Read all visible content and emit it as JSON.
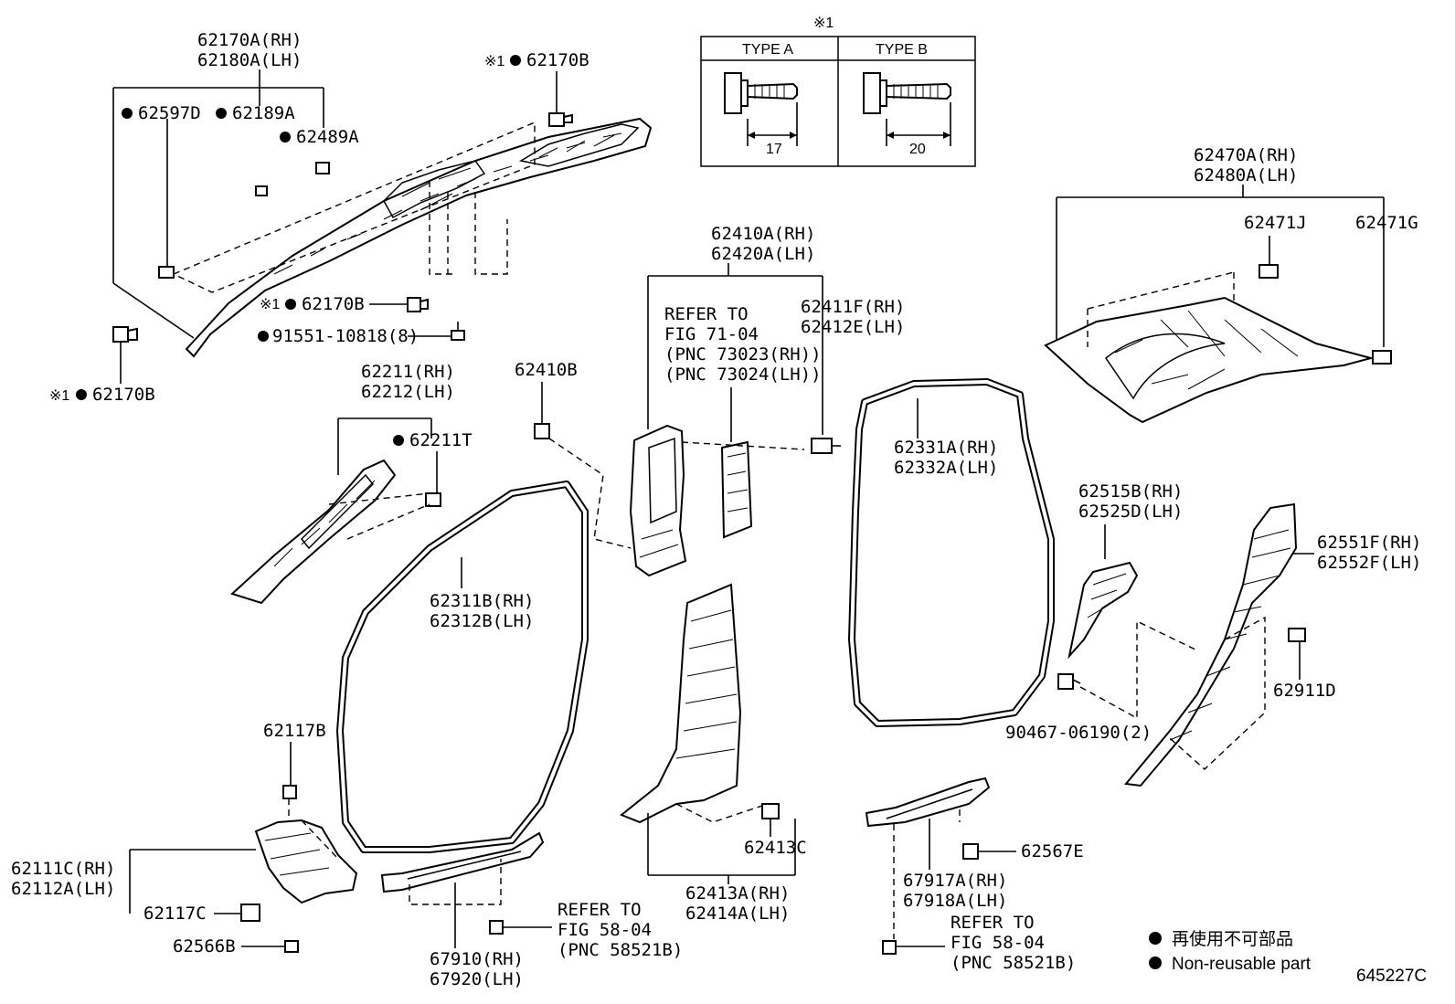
{
  "labels": {
    "l_62170A": "62170A(RH)",
    "l_62180A": "62180A(LH)",
    "l_62597D": "62597D",
    "l_62189A": "62189A",
    "l_62489A": "62489A",
    "l_62170B_top": "62170B",
    "l_62170B_mid": "62170B",
    "l_62170B_left": "62170B",
    "l_91551": "91551-10818(8)",
    "l_62211": "62211(RH)",
    "l_62212": "62212(LH)",
    "l_62211T": "62211T",
    "l_62410B": "62410B",
    "l_62410A": "62410A(RH)",
    "l_62420A": "62420A(LH)",
    "l_refer71_1": "REFER TO",
    "l_refer71_2": "FIG 71-04",
    "l_refer71_3": "(PNC 73023(RH))",
    "l_refer71_4": "(PNC 73024(LH))",
    "l_62411F": "62411F(RH)",
    "l_62412E": "62412E(LH)",
    "l_62470A": "62470A(RH)",
    "l_62480A": "62480A(LH)",
    "l_62471J": "62471J",
    "l_62471G": "62471G",
    "l_62331A": "62331A(RH)",
    "l_62332A": "62332A(LH)",
    "l_62311B": "62311B(RH)",
    "l_62312B": "62312B(LH)",
    "l_62515B": "62515B(RH)",
    "l_62525D": "62525D(LH)",
    "l_62551F": "62551F(RH)",
    "l_62552F": "62552F(LH)",
    "l_62911D": "62911D",
    "l_90467": "90467-06190(2)",
    "l_62117B": "62117B",
    "l_62111C": "62111C(RH)",
    "l_62112A": "62112A(LH)",
    "l_62117C": "62117C",
    "l_62566B": "62566B",
    "l_62413C": "62413C",
    "l_62413A": "62413A(RH)",
    "l_62414A": "62414A(LH)",
    "l_67910": "67910(RH)",
    "l_67920": "67920(LH)",
    "l_refer58a_1": "REFER TO",
    "l_refer58a_2": "FIG 58-04",
    "l_refer58a_3": "(PNC 58521B)",
    "l_62567E": "62567E",
    "l_67917A": "67917A(RH)",
    "l_67918A": "67918A(LH)",
    "l_refer58b_1": "REFER TO",
    "l_refer58b_2": "FIG 58-04",
    "l_refer58b_3": "(PNC 58521B)"
  },
  "note_mark": "※1",
  "type_table": {
    "type_a": "TYPE A",
    "type_b": "TYPE B",
    "dim_a": "17",
    "dim_b": "20"
  },
  "legend": {
    "jp": "再使用不可部品",
    "en": "Non-reusable part"
  },
  "figure_code": "645227C"
}
